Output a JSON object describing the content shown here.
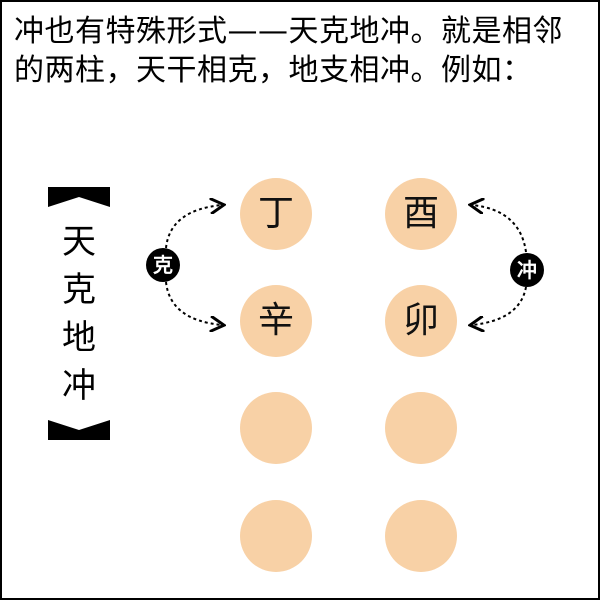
{
  "intro_text": "冲也有特殊形式——天克地冲。就是相邻的两柱，天干相克，地支相冲。例如：",
  "banner": {
    "chars": [
      "天",
      "克",
      "地",
      "冲"
    ]
  },
  "pillars": [
    {
      "stem": "丁",
      "branch": "辛"
    },
    {
      "stem": "酉",
      "branch": "卯"
    }
  ],
  "relations": {
    "left": "克",
    "right": "冲"
  },
  "colors": {
    "circle": "#f8d1a6",
    "ink": "#000000",
    "badge": "#000000"
  }
}
